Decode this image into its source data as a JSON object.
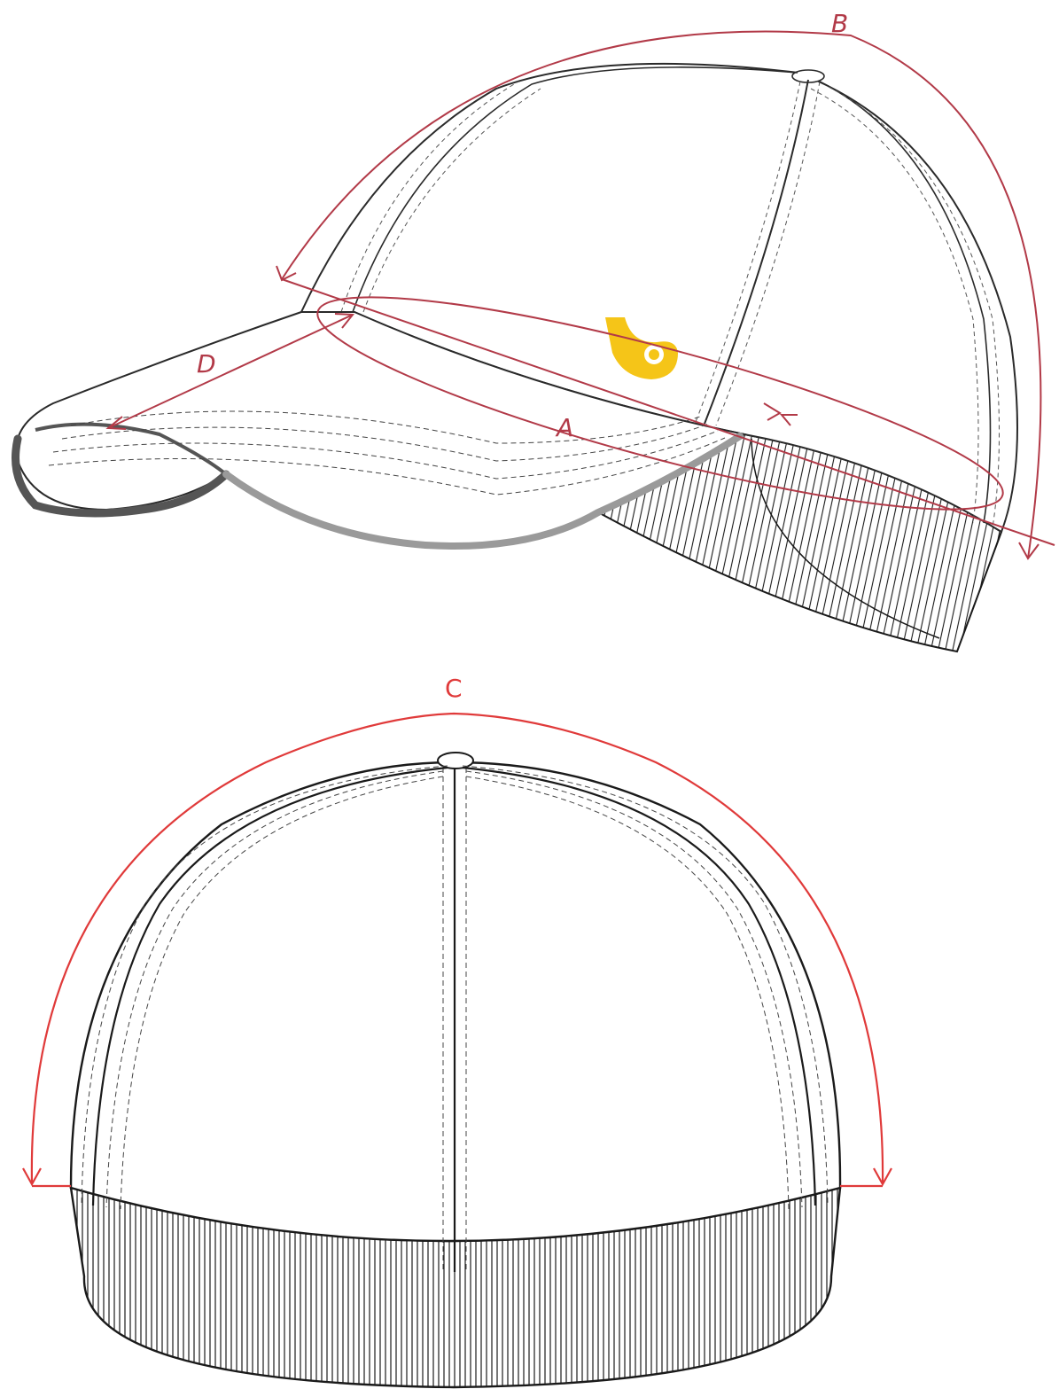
{
  "colors": {
    "measure_dark_red": "#b23a48",
    "measure_red": "#e03a3a",
    "outline": "#1a1a1a",
    "logo_yellow": "#f5c518",
    "brim_edge_dark": "#555555",
    "brim_edge_light": "#9a9a9a"
  },
  "labels": {
    "a": "A",
    "b": "B",
    "c": "C",
    "d": "D"
  },
  "icons": {
    "logo": "post-horn-icon"
  }
}
